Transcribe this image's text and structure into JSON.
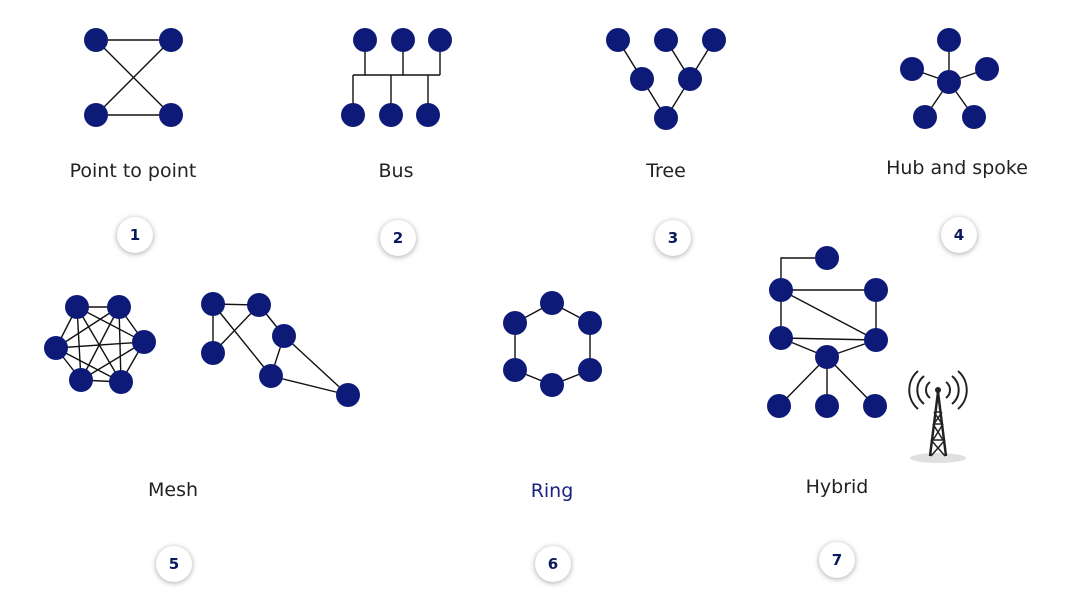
{
  "colors": {
    "node": "#0d1a78",
    "link": "#111111",
    "label": "#222222",
    "ring_label": "#1a237e",
    "badge_text": "#0b1a5c"
  },
  "topologies": [
    {
      "label": "Point to point",
      "number": "1"
    },
    {
      "label": "Bus",
      "number": "2"
    },
    {
      "label": "Tree",
      "number": "3"
    },
    {
      "label": "Hub and spoke",
      "number": "4"
    },
    {
      "label": "Mesh",
      "number": "5"
    },
    {
      "label": "Ring",
      "number": "6"
    },
    {
      "label": "Hybrid",
      "number": "7"
    }
  ],
  "icons": {
    "tower": "radio-tower-icon"
  }
}
